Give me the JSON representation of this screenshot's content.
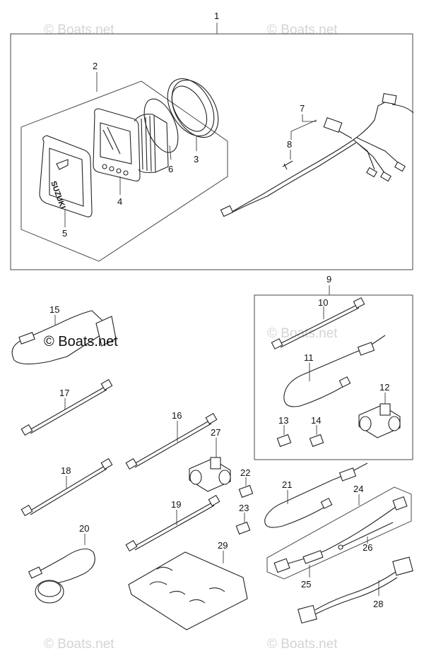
{
  "watermarks": {
    "top_left": "© Boats.net",
    "top_right": "© Boats.net",
    "middle": "© Boats.net",
    "middle_right": "© Boats.net",
    "bottom_left": "© Boats.net",
    "bottom_right": "© Boats.net"
  },
  "gauge_logo_text": "SUZUKI",
  "parts": {
    "p1": "1",
    "p2": "2",
    "p3": "3",
    "p4": "4",
    "p5": "5",
    "p6": "6",
    "p7": "7",
    "p8": "8",
    "p9": "9",
    "p10": "10",
    "p11": "11",
    "p12": "12",
    "p13": "13",
    "p14": "14",
    "p15": "15",
    "p16": "16",
    "p17": "17",
    "p18": "18",
    "p19": "19",
    "p20": "20",
    "p21": "21",
    "p22": "22",
    "p23": "23",
    "p24": "24",
    "p25": "25",
    "p26": "26",
    "p27": "27",
    "p28": "28",
    "p29": "29"
  }
}
